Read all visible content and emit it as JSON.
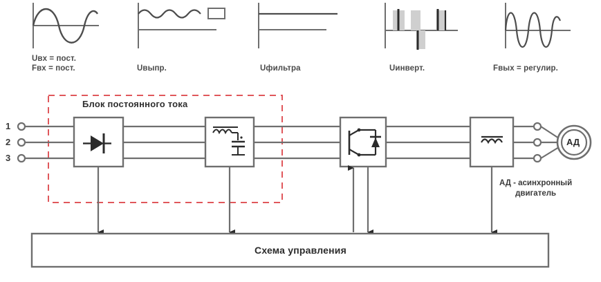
{
  "diagram": {
    "title_implicit": "",
    "waveforms": [
      {
        "name": "input-sine",
        "label_lines": [
          "Uвх = пост.",
          "Fвх = пост."
        ],
        "type": "sine",
        "cycles": 1
      },
      {
        "name": "rectified-dc",
        "label_lines": [
          "Uвыпр."
        ],
        "type": "ripple-dc",
        "cycles": 5
      },
      {
        "name": "filtered-dc",
        "label_lines": [
          "Uфильтра"
        ],
        "type": "flat-dc",
        "cycles": 0
      },
      {
        "name": "inverter-pwm",
        "label_lines": [
          "Uинверт."
        ],
        "type": "pwm-pulses",
        "cycles": 3
      },
      {
        "name": "output-sine",
        "label_lines": [
          "Fвых = регулир."
        ],
        "type": "sine",
        "cycles": 3
      }
    ],
    "dc_block_label": "Блок постоянного тока",
    "terminals": [
      "1",
      "2",
      "3"
    ],
    "blocks": [
      {
        "id": "rectifier",
        "icon": "diode-icon",
        "label": ""
      },
      {
        "id": "filter",
        "icon": "lc-filter-icon",
        "label": ""
      },
      {
        "id": "inverter",
        "icon": "igbt-icon",
        "label": ""
      },
      {
        "id": "output-reactor",
        "icon": "inductor-icon",
        "label": ""
      }
    ],
    "motor": {
      "symbol_text": "АД",
      "legend_lines": [
        "АД - асинхронный",
        "двигатель"
      ]
    },
    "control_box": {
      "label": "Схема управления"
    },
    "colors": {
      "dashed_boundary": "#e0575b",
      "line": "#6e6e6e",
      "block_stroke": "#6e6e6e",
      "text": "#2b2b2b",
      "waveform": "#5a5a5a",
      "pwm_fill": "#c9c9c9"
    }
  }
}
